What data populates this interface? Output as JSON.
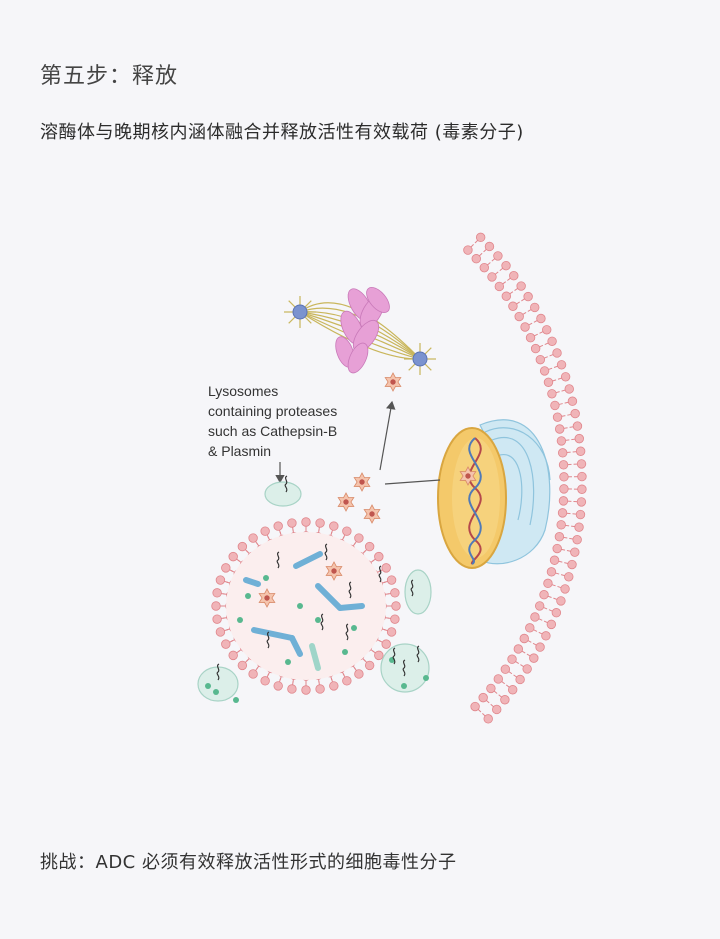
{
  "header": {
    "step_title": "第五步：释放",
    "subtitle": "溶酶体与晚期核内涵体融合并释放活性有效载荷 (毒素分子)"
  },
  "diagram": {
    "label_lines": [
      "Lysosomes",
      "containing proteases",
      "such as Cathepsin-B",
      "& Plasmin"
    ]
  },
  "footer": {
    "text": "挑战：ADC 必须有效释放活性形式的细胞毒性分子"
  },
  "colors": {
    "membrane_head": "#f0b4b8",
    "membrane_stroke": "#e0868c",
    "vesicle_fill": "#d9efe9",
    "payload_fill": "#f5c4ad",
    "chromosome": "#e39ad2",
    "spindle": "#c6b45a",
    "centrosome": "#7b93cf",
    "nucleus": "#f4c96a",
    "er": "#bde0ef"
  }
}
